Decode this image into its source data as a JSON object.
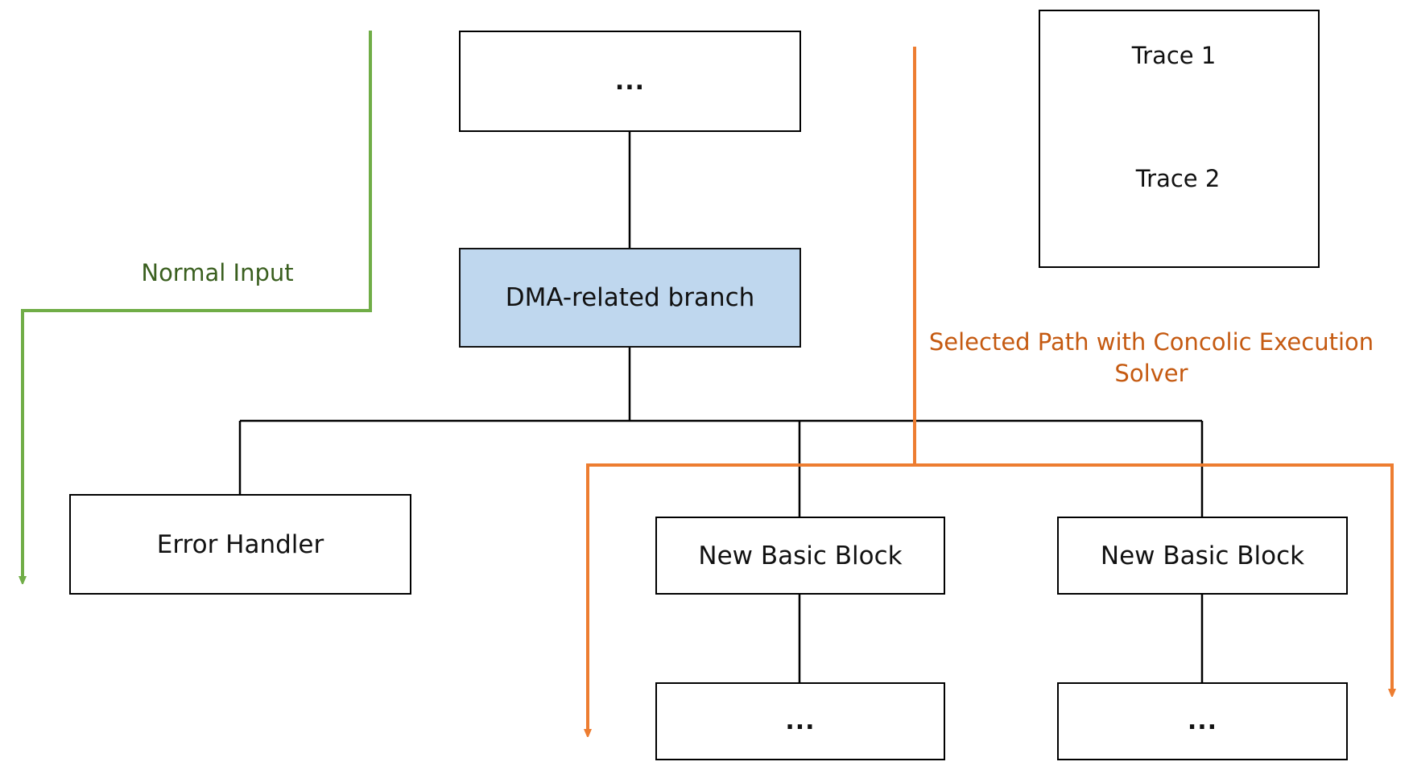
{
  "nodes": {
    "top": "...",
    "branch": "DMA-related branch",
    "error_handler": "Error Handler",
    "new_block_1": "New Basic Block",
    "new_block_2": "New Basic Block",
    "bottom_1": "...",
    "bottom_2": "..."
  },
  "annotations": {
    "normal_input": "Normal Input",
    "selected_path": "Selected Path with Concolic Execution Solver"
  },
  "legend": {
    "trace1": "Trace 1",
    "trace2": "Trace 2"
  },
  "colors": {
    "trace1": "#70ad47",
    "trace1_text": "#3a5f1f",
    "trace2": "#ed7d31",
    "trace2_text": "#c55a11",
    "branch_fill": "#bfd7ee",
    "edge": "#000000"
  }
}
